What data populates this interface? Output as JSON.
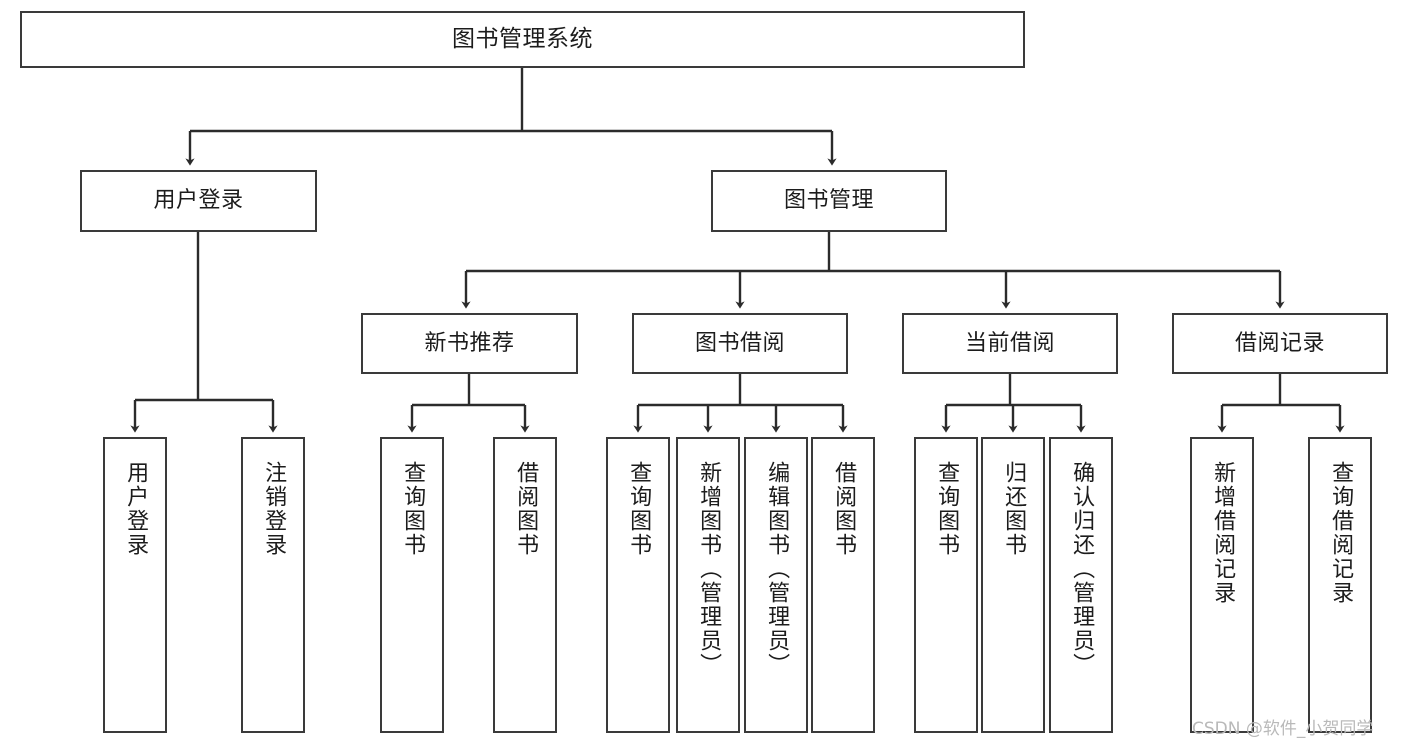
{
  "diagram": {
    "title": "图书管理系统",
    "type": "tree-hierarchy",
    "root": {
      "label": "图书管理系统"
    },
    "level2": [
      {
        "label": "用户登录"
      },
      {
        "label": "图书管理"
      }
    ],
    "level3": [
      {
        "label": "新书推荐"
      },
      {
        "label": "图书借阅"
      },
      {
        "label": "当前借阅"
      },
      {
        "label": "借阅记录"
      }
    ],
    "leaves": {
      "user_login": [
        {
          "label": "用户登录"
        },
        {
          "label": "注销登录"
        }
      ],
      "new_book_recommend": [
        {
          "label": "查询图书"
        },
        {
          "label": "借阅图书"
        }
      ],
      "book_borrow": [
        {
          "label": "查询图书"
        },
        {
          "label": "新增图书（管理员）"
        },
        {
          "label": "编辑图书（管理员）"
        },
        {
          "label": "借阅图书"
        }
      ],
      "current_borrow": [
        {
          "label": "查询图书"
        },
        {
          "label": "归还图书"
        },
        {
          "label": "确认归还（管理员）"
        }
      ],
      "borrow_record": [
        {
          "label": "新增借阅记录"
        },
        {
          "label": "查询借阅记录"
        }
      ]
    }
  },
  "watermark": {
    "text": "CSDN @软件_小贺同学"
  },
  "colors": {
    "box_border": "#3a3a3a",
    "edge": "#2b2b2b",
    "text": "#1c1c1c",
    "background": "#ffffff",
    "watermark": "#b9b9b9"
  }
}
